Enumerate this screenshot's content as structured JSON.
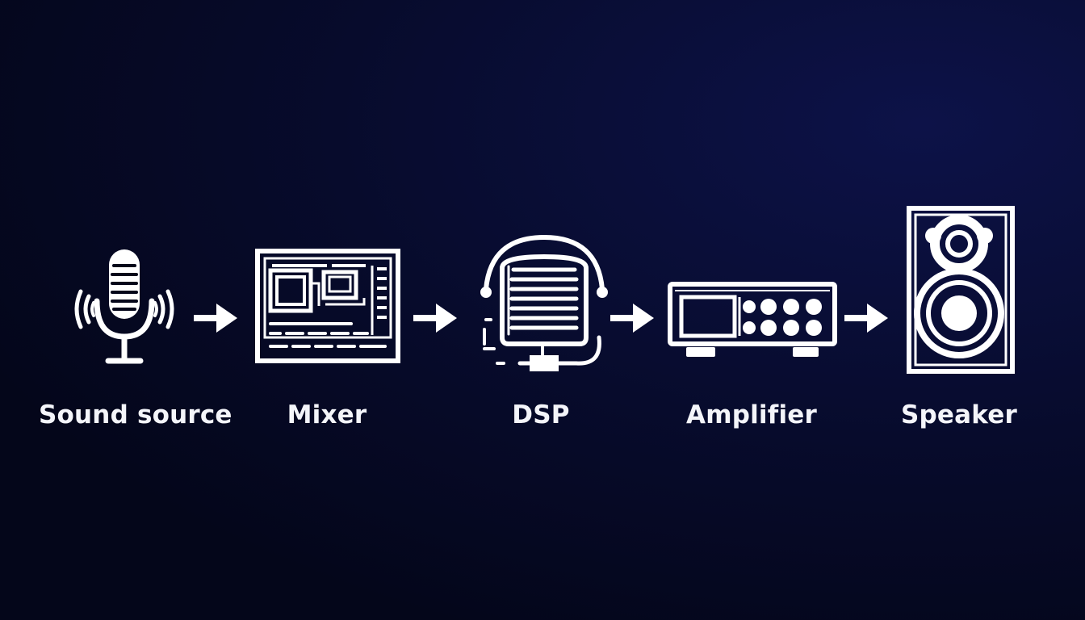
{
  "diagram": {
    "nodes": [
      {
        "id": "sound_source",
        "label": "Sound source",
        "icon": "microphone-icon"
      },
      {
        "id": "mixer",
        "label": "Mixer",
        "icon": "mixer-console-icon"
      },
      {
        "id": "dsp",
        "label": "DSP",
        "icon": "dsp-processor-icon"
      },
      {
        "id": "amplifier",
        "label": "Amplifier",
        "icon": "amplifier-icon"
      },
      {
        "id": "speaker",
        "label": "Speaker",
        "icon": "speaker-icon"
      }
    ],
    "edges": [
      {
        "from": "sound_source",
        "to": "mixer"
      },
      {
        "from": "mixer",
        "to": "dsp"
      },
      {
        "from": "dsp",
        "to": "amplifier"
      },
      {
        "from": "amplifier",
        "to": "speaker"
      }
    ],
    "colors": {
      "foreground": "#ffffff",
      "background": "#04061a"
    }
  }
}
